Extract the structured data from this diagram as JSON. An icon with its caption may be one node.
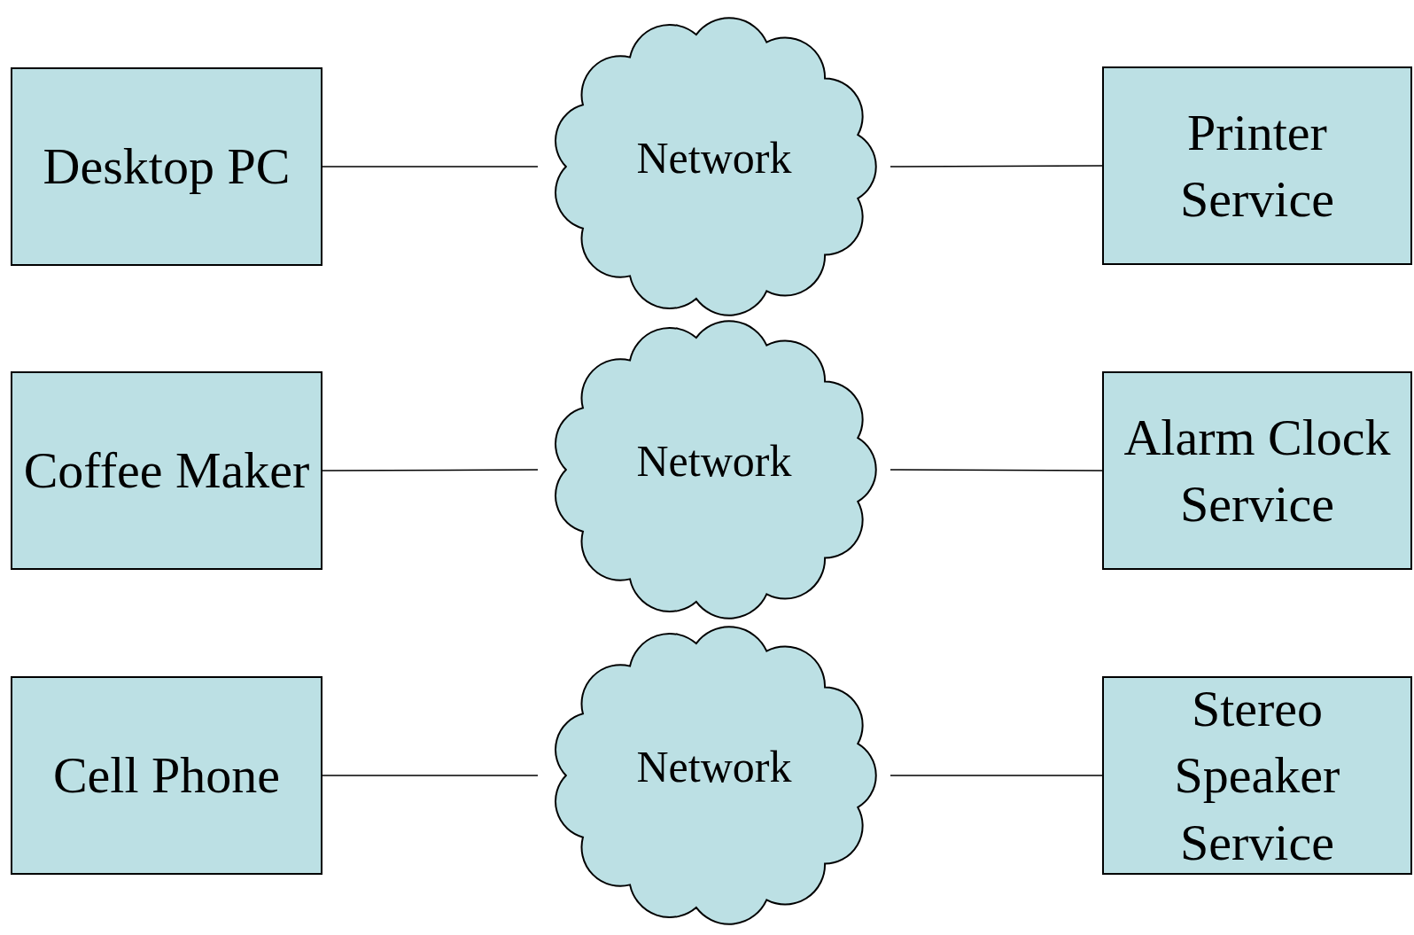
{
  "diagram": {
    "nodes": [
      {
        "text": [
          "Desktop PC"
        ]
      },
      {
        "text": [
          "Network"
        ]
      },
      {
        "text": [
          "Printer Service"
        ]
      },
      {
        "text": [
          "Coffee Maker"
        ]
      },
      {
        "text": [
          "Network"
        ]
      },
      {
        "text": [
          "Alarm Clock Service"
        ]
      },
      {
        "text": [
          "Cell Phone"
        ]
      },
      {
        "text": [
          "Network"
        ]
      },
      {
        "text": [
          "Stereo Speaker Service"
        ]
      }
    ],
    "edges": [
      {
        "from": 0,
        "to": 1,
        "arrow": "none"
      },
      {
        "from": 1,
        "to": 2,
        "arrow": "none"
      },
      {
        "from": 3,
        "to": 4,
        "arrow": "none"
      },
      {
        "from": 4,
        "to": 5,
        "arrow": "none"
      },
      {
        "from": 6,
        "to": 7,
        "arrow": "none"
      },
      {
        "from": 7,
        "to": 8,
        "arrow": "none"
      }
    ]
  }
}
